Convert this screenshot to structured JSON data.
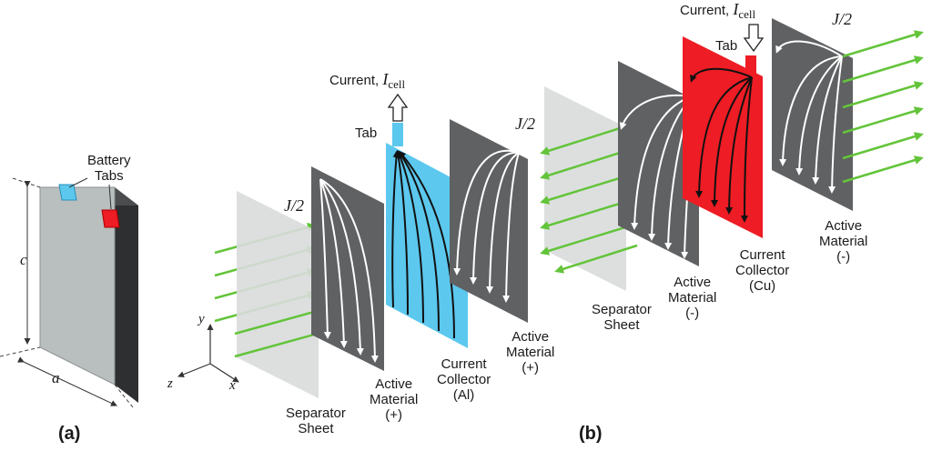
{
  "panel_a": {
    "label": "(a)",
    "tabs_label_1": "Battery",
    "tabs_label_2": "Tabs",
    "dim_c": "c",
    "dim_a": "a"
  },
  "panel_b": {
    "label": "(b)",
    "current_word": "Current,",
    "current_symbol": "I",
    "current_sub": "cell",
    "tab_word": "Tab",
    "j_half": "J/2",
    "axes": {
      "x": "x",
      "y": "y",
      "z": "z"
    },
    "layers_left": [
      {
        "line1": "Separator",
        "line2": "Sheet",
        "line3": ""
      },
      {
        "line1": "Active",
        "line2": "Material",
        "line3": "(+)"
      },
      {
        "line1": "Current",
        "line2": "Collector",
        "line3": "(Al)"
      },
      {
        "line1": "Active",
        "line2": "Material",
        "line3": "(+)"
      }
    ],
    "layers_right": [
      {
        "line1": "Separator",
        "line2": "Sheet",
        "line3": ""
      },
      {
        "line1": "Active",
        "line2": "Material",
        "line3": "(-)"
      },
      {
        "line1": "Current",
        "line2": "Collector",
        "line3": "(Cu)"
      },
      {
        "line1": "Active",
        "line2": "Material",
        "line3": "(-)"
      }
    ]
  },
  "colors": {
    "active_material": "#5f6163",
    "separator": "#d9dcdc",
    "collector_al": "#5cc8ee",
    "collector_cu": "#ee1c24",
    "flux_arrows": "#63c43a",
    "battery_body": "#b9bfbf",
    "tab_positive": "#5cc8ee",
    "tab_negative": "#ee1c24"
  }
}
